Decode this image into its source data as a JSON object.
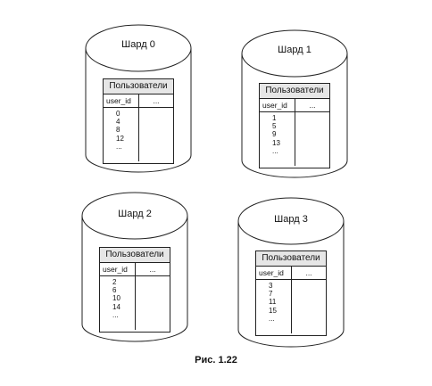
{
  "shards": [
    {
      "title": "Шард 0",
      "table": {
        "name": "Пользователи",
        "col_id": "user_id",
        "col_more": "...",
        "ids": [
          "0",
          "4",
          "8",
          "12",
          "..."
        ]
      }
    },
    {
      "title": "Шард 1",
      "table": {
        "name": "Пользователи",
        "col_id": "user_id",
        "col_more": "...",
        "ids": [
          "1",
          "5",
          "9",
          "13",
          "..."
        ]
      }
    },
    {
      "title": "Шард 2",
      "table": {
        "name": "Пользователи",
        "col_id": "user_id",
        "col_more": "...",
        "ids": [
          "2",
          "6",
          "10",
          "14",
          "..."
        ]
      }
    },
    {
      "title": "Шард 3",
      "table": {
        "name": "Пользователи",
        "col_id": "user_id",
        "col_more": "...",
        "ids": [
          "3",
          "7",
          "11",
          "15",
          "..."
        ]
      }
    }
  ],
  "caption": "Рис. 1.22"
}
